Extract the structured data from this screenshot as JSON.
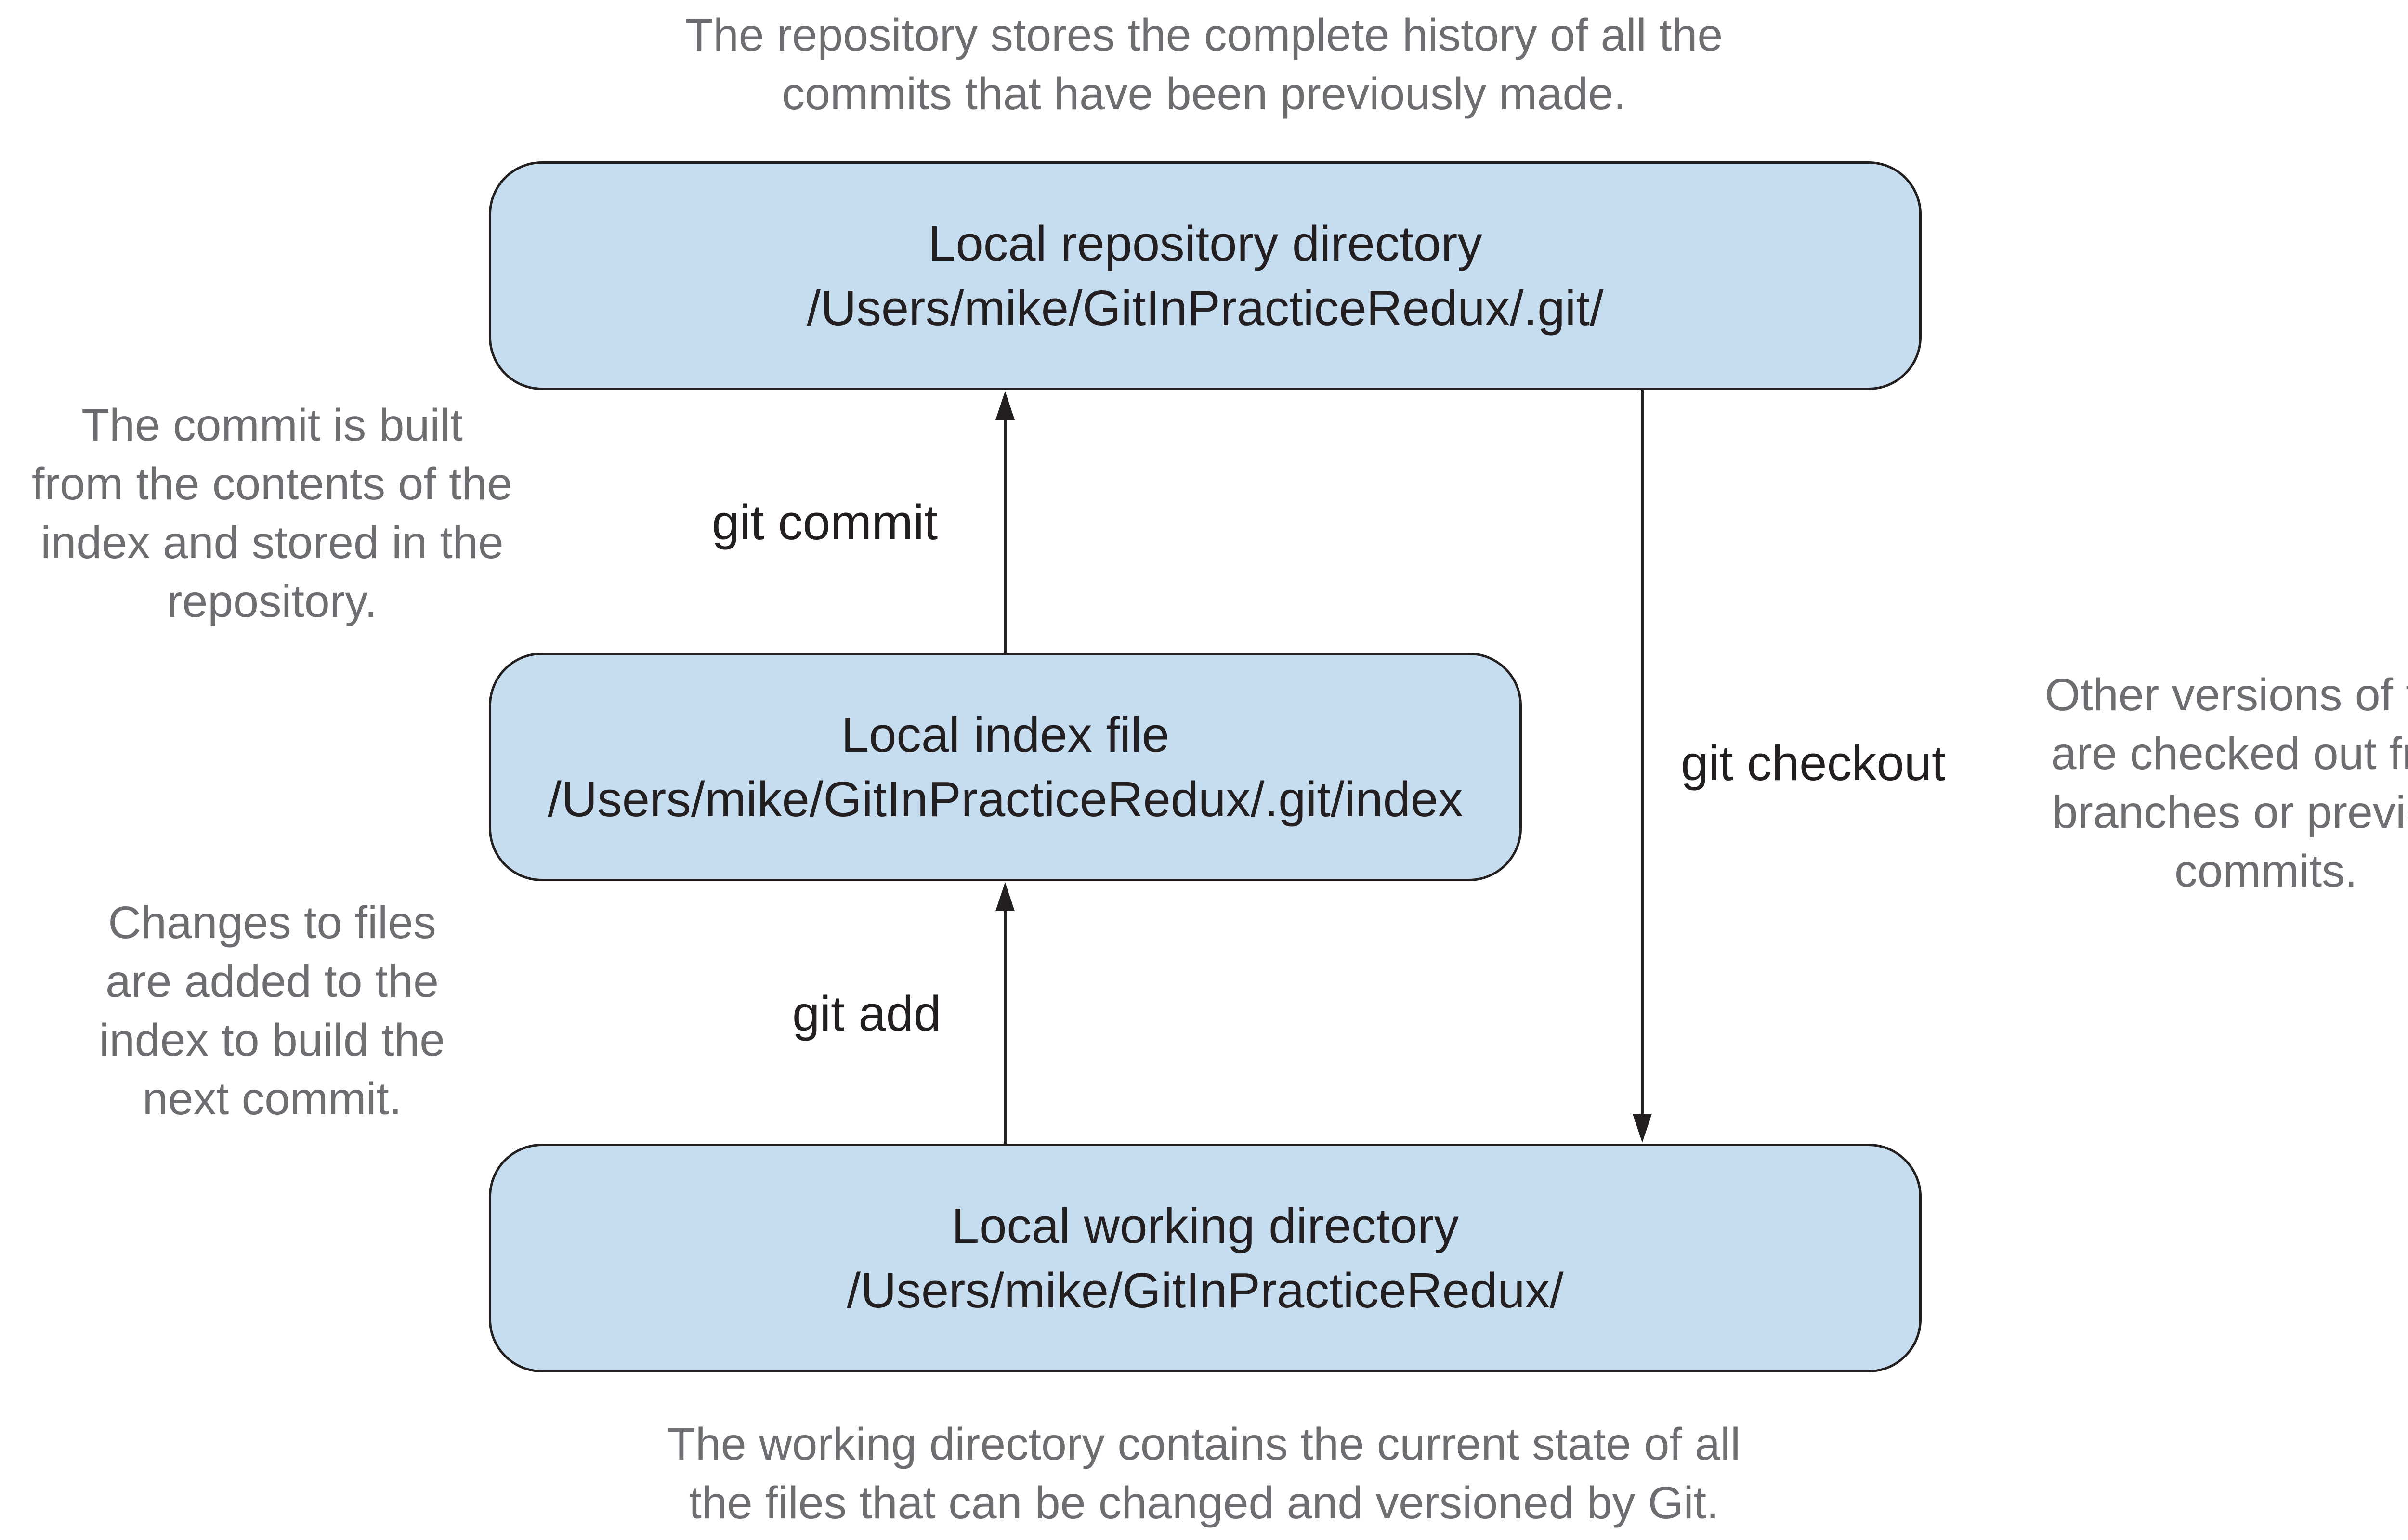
{
  "colors": {
    "box_fill": "#c6dcef",
    "box_border": "#231f20",
    "note_text": "#6d6e71",
    "command_text": "#231f20"
  },
  "notes": {
    "repository": [
      "The repository stores the complete history of all the",
      "commits that have been previously made."
    ],
    "commit": [
      "The commit is built",
      "from the contents of the",
      "index and stored in the",
      "repository."
    ],
    "add": [
      "Changes to files",
      "are added to the",
      "index to build the",
      "next commit."
    ],
    "checkout": [
      "Other versions of files",
      "are checked out from",
      "branches or previous",
      "commits."
    ],
    "working": [
      "The working directory contains the current state of all",
      "the files that can be changed and versioned by Git."
    ]
  },
  "boxes": {
    "repository": {
      "title": "Local repository directory",
      "path": "/Users/mike/GitInPracticeRedux/.git/"
    },
    "index": {
      "title": "Local index file",
      "path": "/Users/mike/GitInPracticeRedux/.git/index"
    },
    "working": {
      "title": "Local working directory",
      "path": "/Users/mike/GitInPracticeRedux/"
    }
  },
  "commands": {
    "commit": "git commit",
    "add": "git add",
    "checkout": "git checkout"
  }
}
